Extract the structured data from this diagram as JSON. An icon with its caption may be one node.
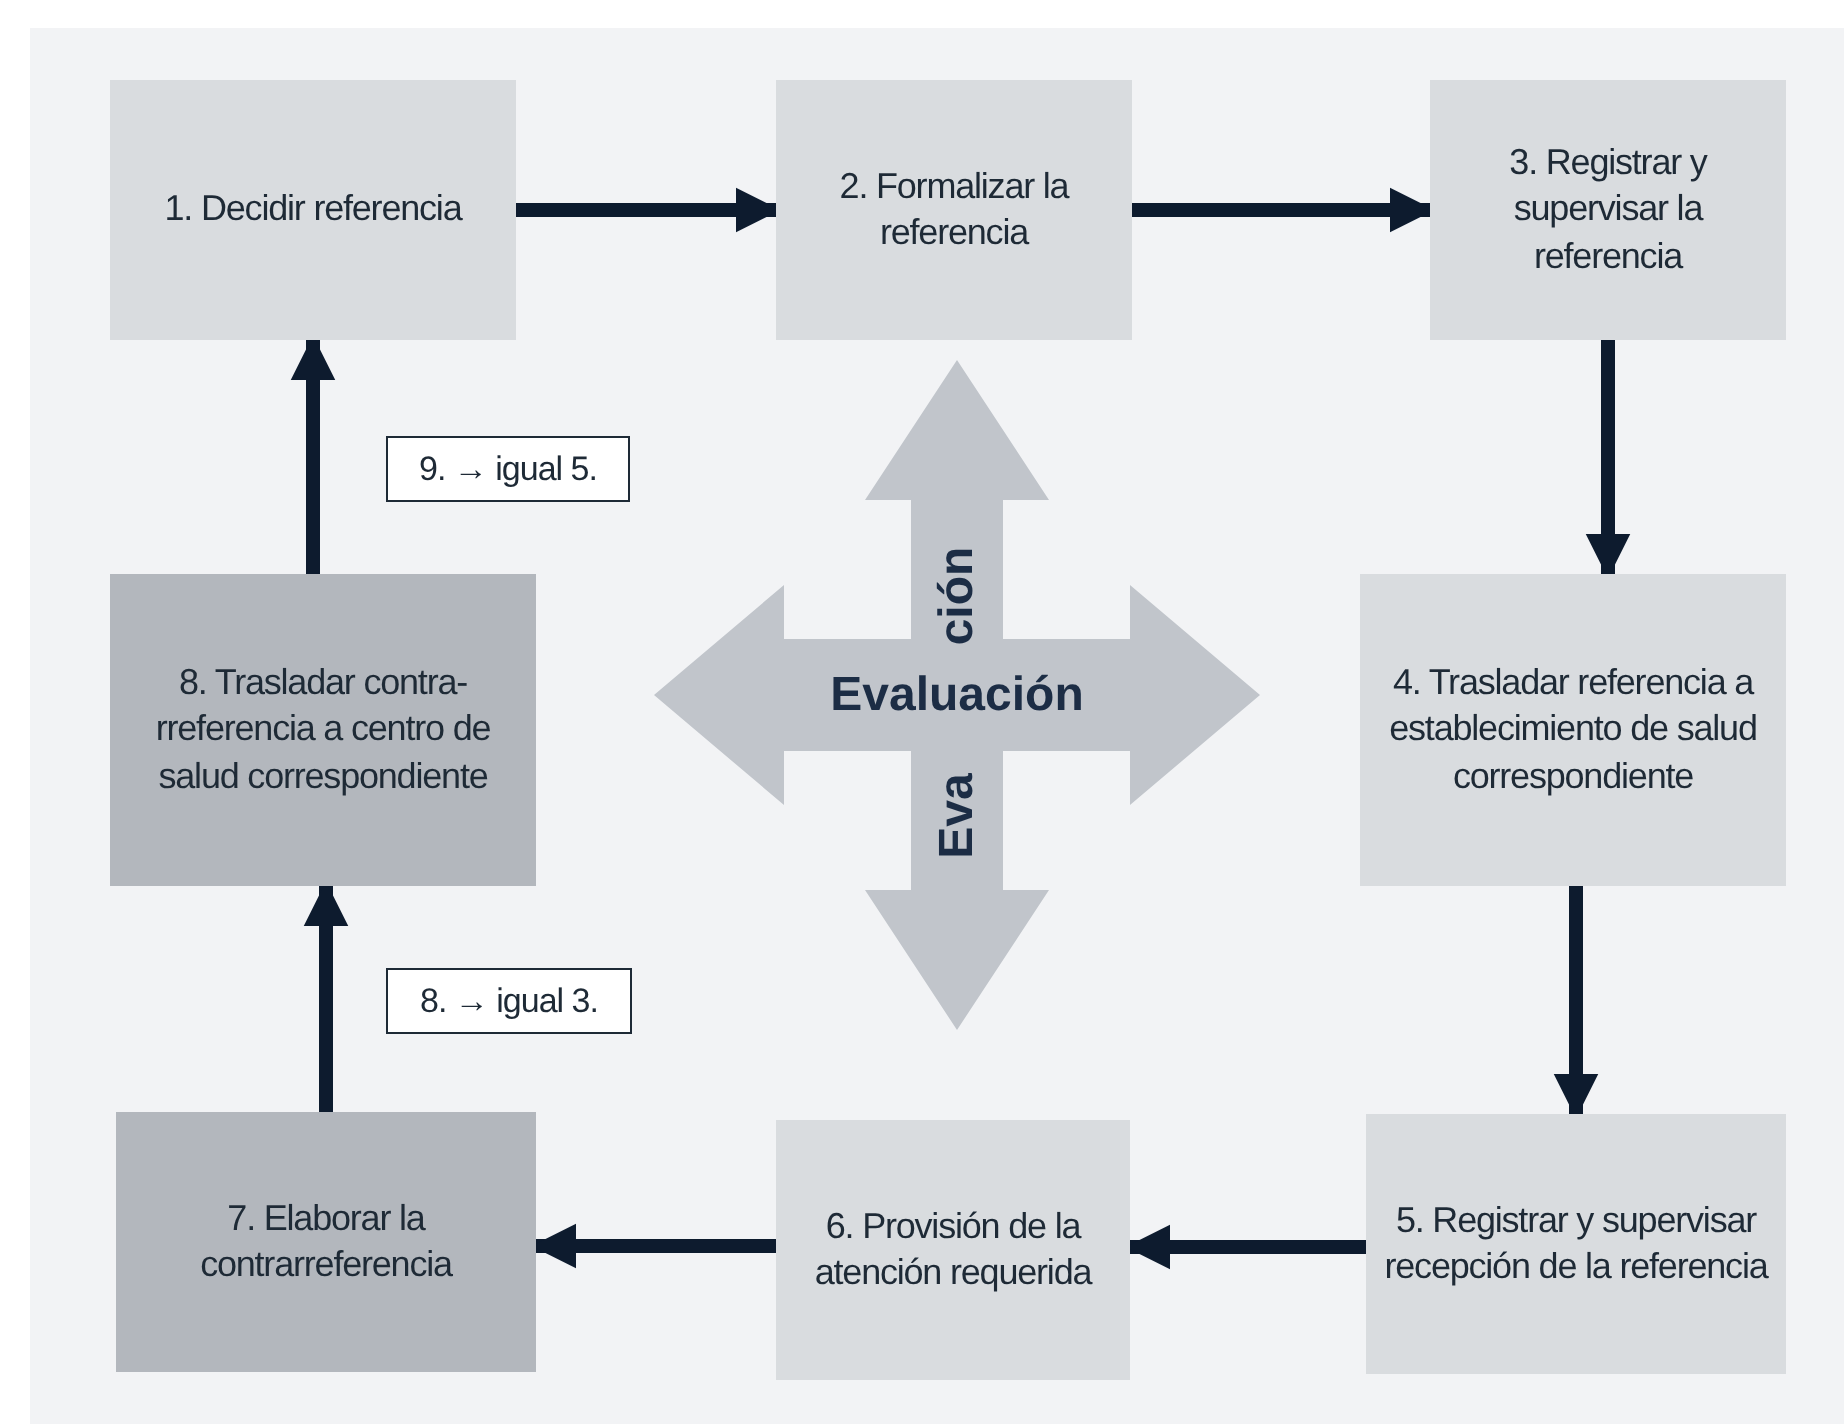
{
  "diagram": {
    "nodes": [
      {
        "text": [
          "1. Decidir referencia"
        ]
      },
      {
        "text": [
          "2. Formalizar la referencia"
        ]
      },
      {
        "text": [
          "3. Registrar y supervisar la referencia"
        ]
      },
      {
        "text": [
          "8. Trasladar contra-rreferencia a centro de salud correspondiente"
        ]
      },
      {
        "text": [
          "4. Trasladar referencia a establecimiento de salud correspondiente"
        ]
      },
      {
        "text": [
          "7. Elaborar la contrarreferencia"
        ]
      },
      {
        "text": [
          "6. Provisión de la atención requerida"
        ]
      },
      {
        "text": [
          "5. Registrar y supervisar recepción de la referencia"
        ]
      },
      {
        "text": [
          "9. → igual 5."
        ]
      },
      {
        "text": [
          "8. → igual 3."
        ]
      },
      {
        "text": [
          "Evaluación"
        ]
      }
    ],
    "edges": [
      {
        "from": 0,
        "to": 1,
        "arrow": "to"
      },
      {
        "from": 1,
        "to": 2,
        "arrow": "to"
      },
      {
        "from": 2,
        "to": 4,
        "arrow": "to"
      },
      {
        "from": 4,
        "to": 7,
        "arrow": "to"
      },
      {
        "from": 7,
        "to": 6,
        "arrow": "to"
      },
      {
        "from": 6,
        "to": 5,
        "arrow": "to"
      },
      {
        "from": 5,
        "to": 3,
        "arrow": "to"
      },
      {
        "from": 3,
        "to": 0,
        "arrow": "to"
      }
    ],
    "labels": [
      "ción",
      "Eva"
    ]
  }
}
